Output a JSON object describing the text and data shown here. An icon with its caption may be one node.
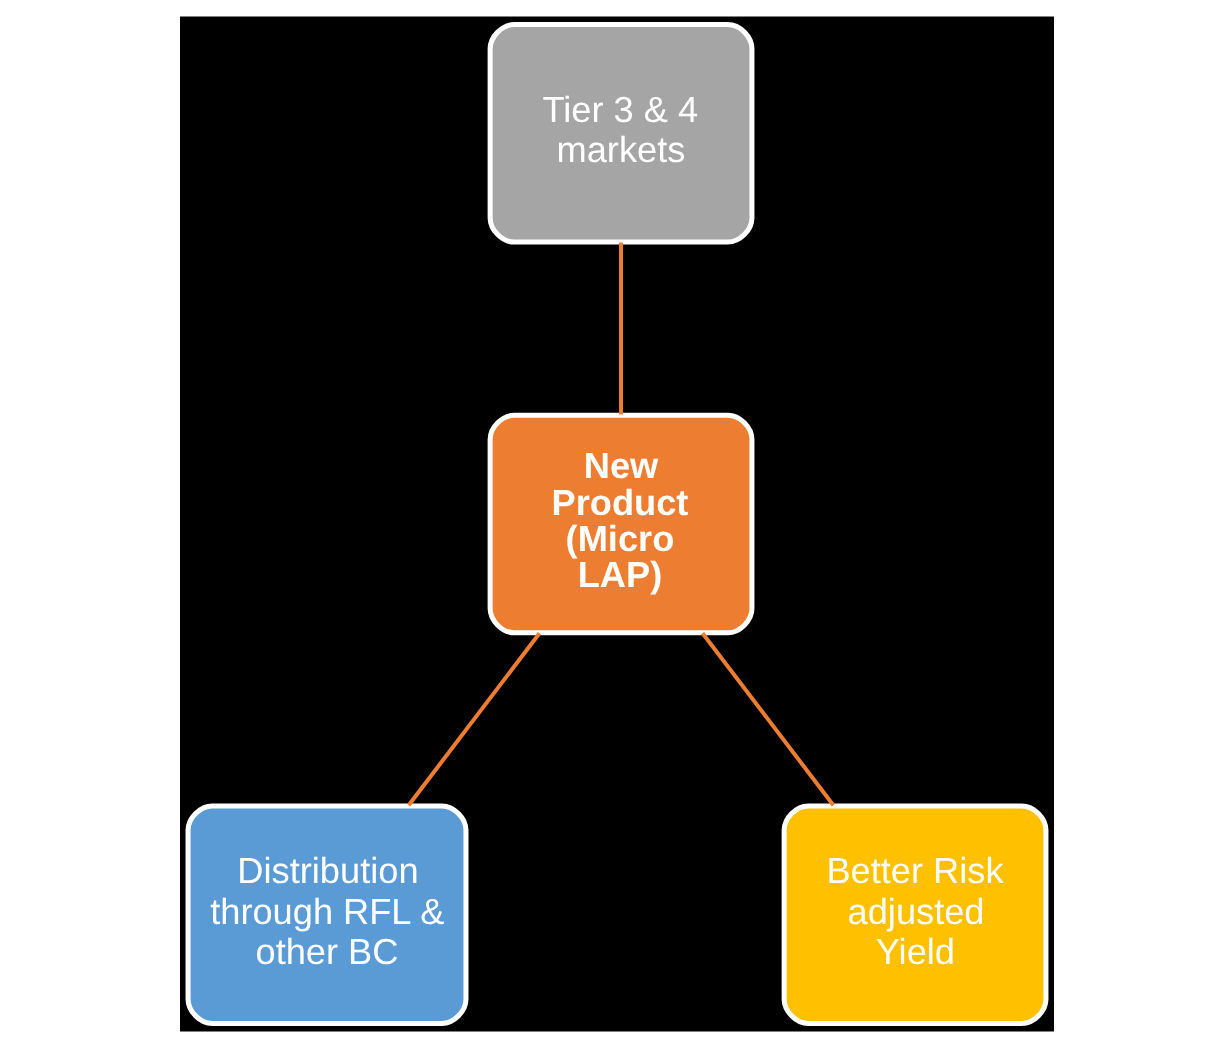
{
  "diagram": {
    "nodes": [
      {
        "text": [
          "Tier 3 & 4 markets"
        ]
      },
      {
        "text": [
          "New Product (Micro LAP)"
        ]
      },
      {
        "text": [
          "Distribution through RFL & other BC"
        ]
      },
      {
        "text": [
          "Better Risk adjusted Yield"
        ]
      }
    ],
    "edges": [
      {
        "from": 1,
        "to": 0,
        "arrow": "none"
      },
      {
        "from": 1,
        "to": 2,
        "arrow": "none"
      },
      {
        "from": 1,
        "to": 3,
        "arrow": "none"
      }
    ]
  }
}
